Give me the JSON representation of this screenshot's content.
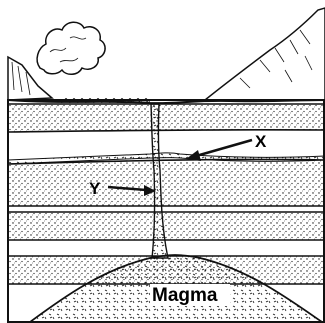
{
  "labels": {
    "x": "X",
    "y": "Y",
    "magma": "Magma"
  },
  "colors": {
    "ink": "#111111",
    "paper": "#ffffff"
  }
}
